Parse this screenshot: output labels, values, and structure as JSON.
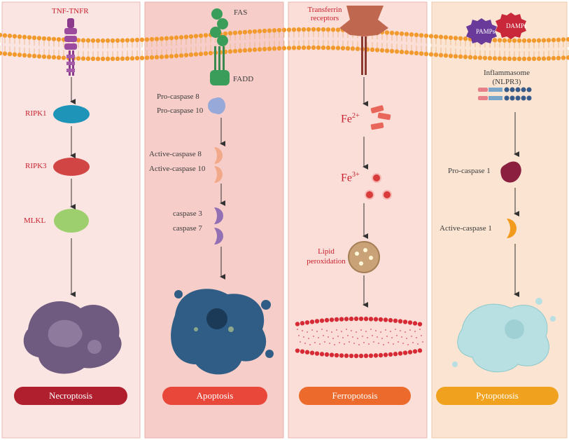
{
  "panels": {
    "necroptosis": {
      "title": "Necroptosis",
      "receptor": "TNF-TNFR",
      "steps": [
        "RIPK1",
        "RIPK3",
        "MLKL"
      ]
    },
    "apoptosis": {
      "title": "Apoptosis",
      "receptor": "FAS",
      "adaptor": "FADD",
      "pro_caspases": [
        "Pro-caspase 8",
        "Pro-caspase 10"
      ],
      "active_caspases": [
        "Active-caspase 8",
        "Active-caspase 10"
      ],
      "executioner_caspases": [
        "caspase 3",
        "caspase 7"
      ]
    },
    "ferroptosis": {
      "title": "Ferropotosis",
      "receptor": "Transferrin receptors",
      "fe2_base": "Fe",
      "fe2_sup": "2+",
      "fe3_base": "Fe",
      "fe3_sup": "3+",
      "lipid_label": "Lipid peroxidation"
    },
    "pyroptosis": {
      "title": "Pytopotosis",
      "pamps": "PAMPs",
      "damps": "DAMPs",
      "inflammasome": "Inflammasome (NLPR3)",
      "pro_caspase": "Pro-caspase 1",
      "active_caspase": "Active-caspase 1"
    }
  },
  "colors": {
    "necroptosis_pill": "#b01f2e",
    "apoptosis_pill": "#e8473a",
    "ferroptosis_pill": "#ec6a2b",
    "pyroptosis_pill": "#f0a21e",
    "label_red": "#c8202e",
    "membrane_orange": "#f29a2e"
  }
}
